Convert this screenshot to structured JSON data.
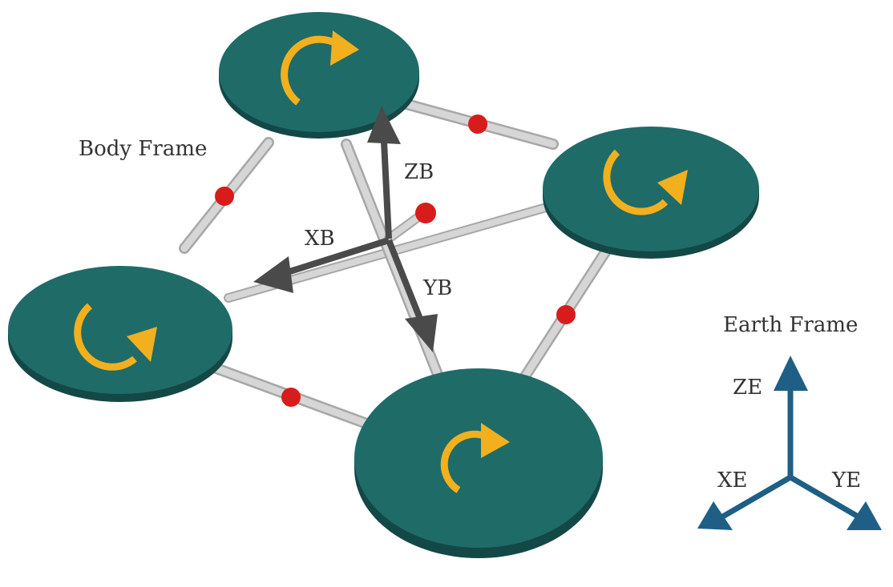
{
  "labels": {
    "body_frame": "Body Frame",
    "earth_frame": "Earth Frame",
    "xb": "XB",
    "yb": "YB",
    "zb": "ZB",
    "xe": "XE",
    "ye": "YE",
    "ze": "ZE"
  },
  "rotors": [
    {
      "id": "top",
      "spin": "clockwise"
    },
    {
      "id": "right",
      "spin": "counterclockwise"
    },
    {
      "id": "left",
      "spin": "counterclockwise"
    },
    {
      "id": "bottom",
      "spin": "clockwise"
    }
  ],
  "colors": {
    "rotor_top": "#1f6b67",
    "rotor_side": "#134846",
    "arrow_spin": "#f2b01e",
    "arm": "#d6d6d6",
    "arm_edge": "#a7a7a7",
    "joint": "#d81c1c",
    "body_axis": "#4a4a4a",
    "earth_axis": "#1f5f86"
  }
}
